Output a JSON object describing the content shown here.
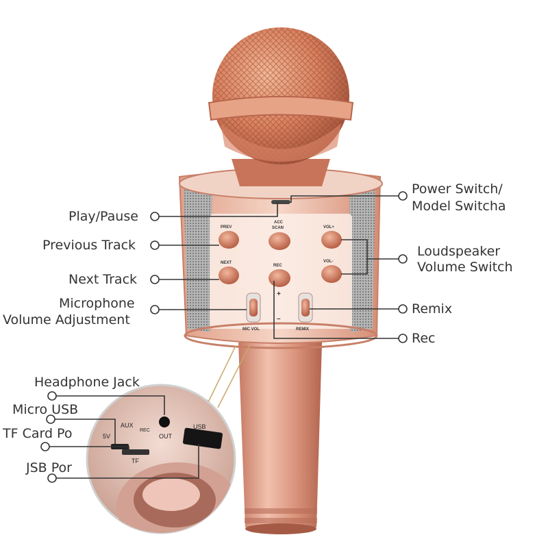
{
  "labels": {
    "play_pause": "Play/Pause",
    "previous_track": "Previous Track",
    "next_track": "Next Track",
    "mic_volume_line1": "Microphone",
    "mic_volume_line2": "Volume Adjustment",
    "power_switch_line1": "Power Switch/",
    "power_switch_line2": "Model Switcha",
    "loudspeaker_line1": "Loudspeaker",
    "loudspeaker_line2": "Volume Switch",
    "remix": "Remix",
    "rec": "Rec",
    "headphone_jack": "Headphone Jack",
    "micro_usb": "Micro USB",
    "tf_card": "TF Card Po",
    "usb_port": "JSB Por"
  },
  "device_text": {
    "prev": "PREV",
    "next": "NEXT",
    "acc_scan_1": "ACC",
    "acc_scan_2": "SCAN",
    "rec": "REC",
    "vol_plus": "VOL+",
    "vol_minus": "VOL-",
    "mic_vol": "MIC VOL",
    "remix": "REMIX",
    "plus": "+",
    "minus": "–",
    "aux": "AUX",
    "five_v": "5V",
    "rec_small": "REC",
    "out": "OUT",
    "usb": "USB",
    "tf": "TF"
  },
  "colors": {
    "rose_gold": "#d9826a",
    "rose_gold_dark": "#a8553e",
    "silver": "#d9d9d9",
    "grille": "#9a9a9a",
    "text": "#333333"
  }
}
